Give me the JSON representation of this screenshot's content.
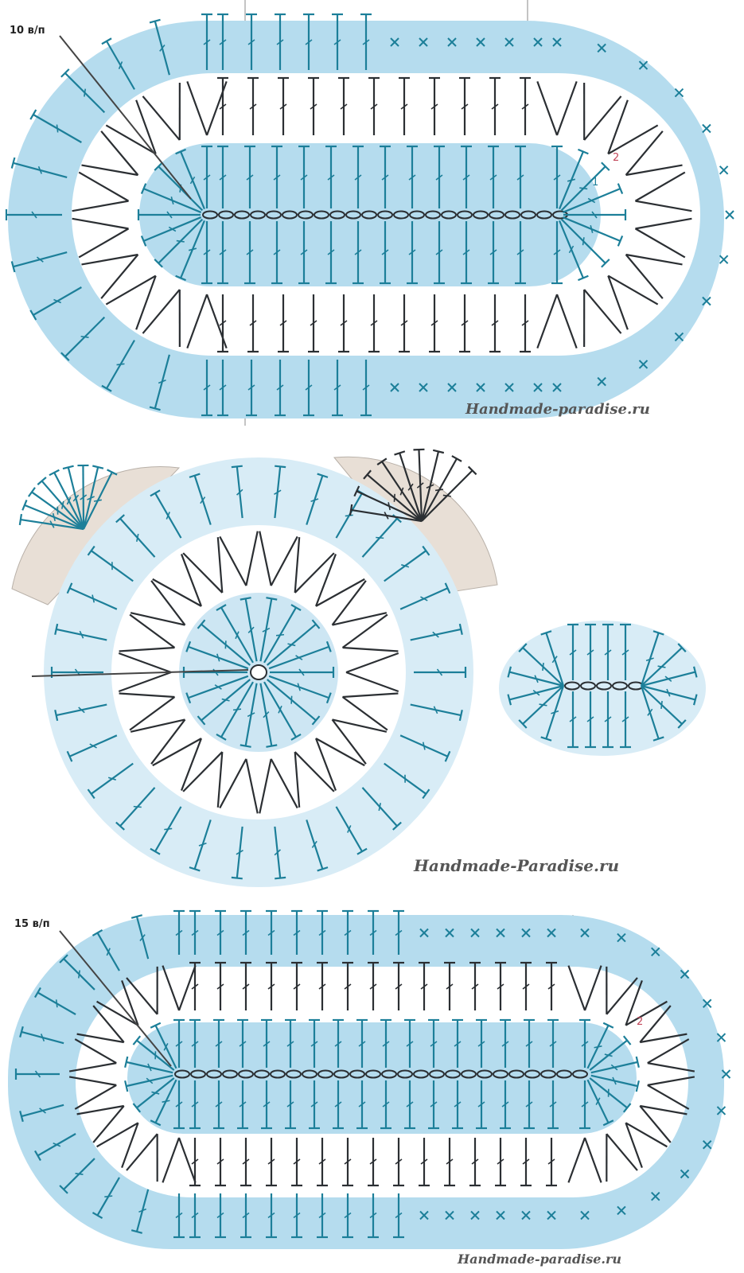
{
  "labels": {
    "top_chain_count": "10 в/п",
    "bottom_chain_count": "15 в/п"
  },
  "round_numbers": {
    "one": "1",
    "two": "2"
  },
  "watermarks": [
    "Handmade-paradise.ru",
    "Handmade-Paradise.ru",
    "Handmade-paradise.ru"
  ],
  "colors": {
    "row_blue": "#b5dcee",
    "row_light": "#d8ecf6",
    "row_white": "#ffffff",
    "beige": "#e8dfd6",
    "stitch_teal": "#1c7f99",
    "stitch_dark": "#2b2f33",
    "accent_red": "#c2475a"
  },
  "symbols": {
    "chain": "chain-stitch-oval",
    "double_crochet": "T-with-slash",
    "increase": "V",
    "single_crochet": "×"
  }
}
